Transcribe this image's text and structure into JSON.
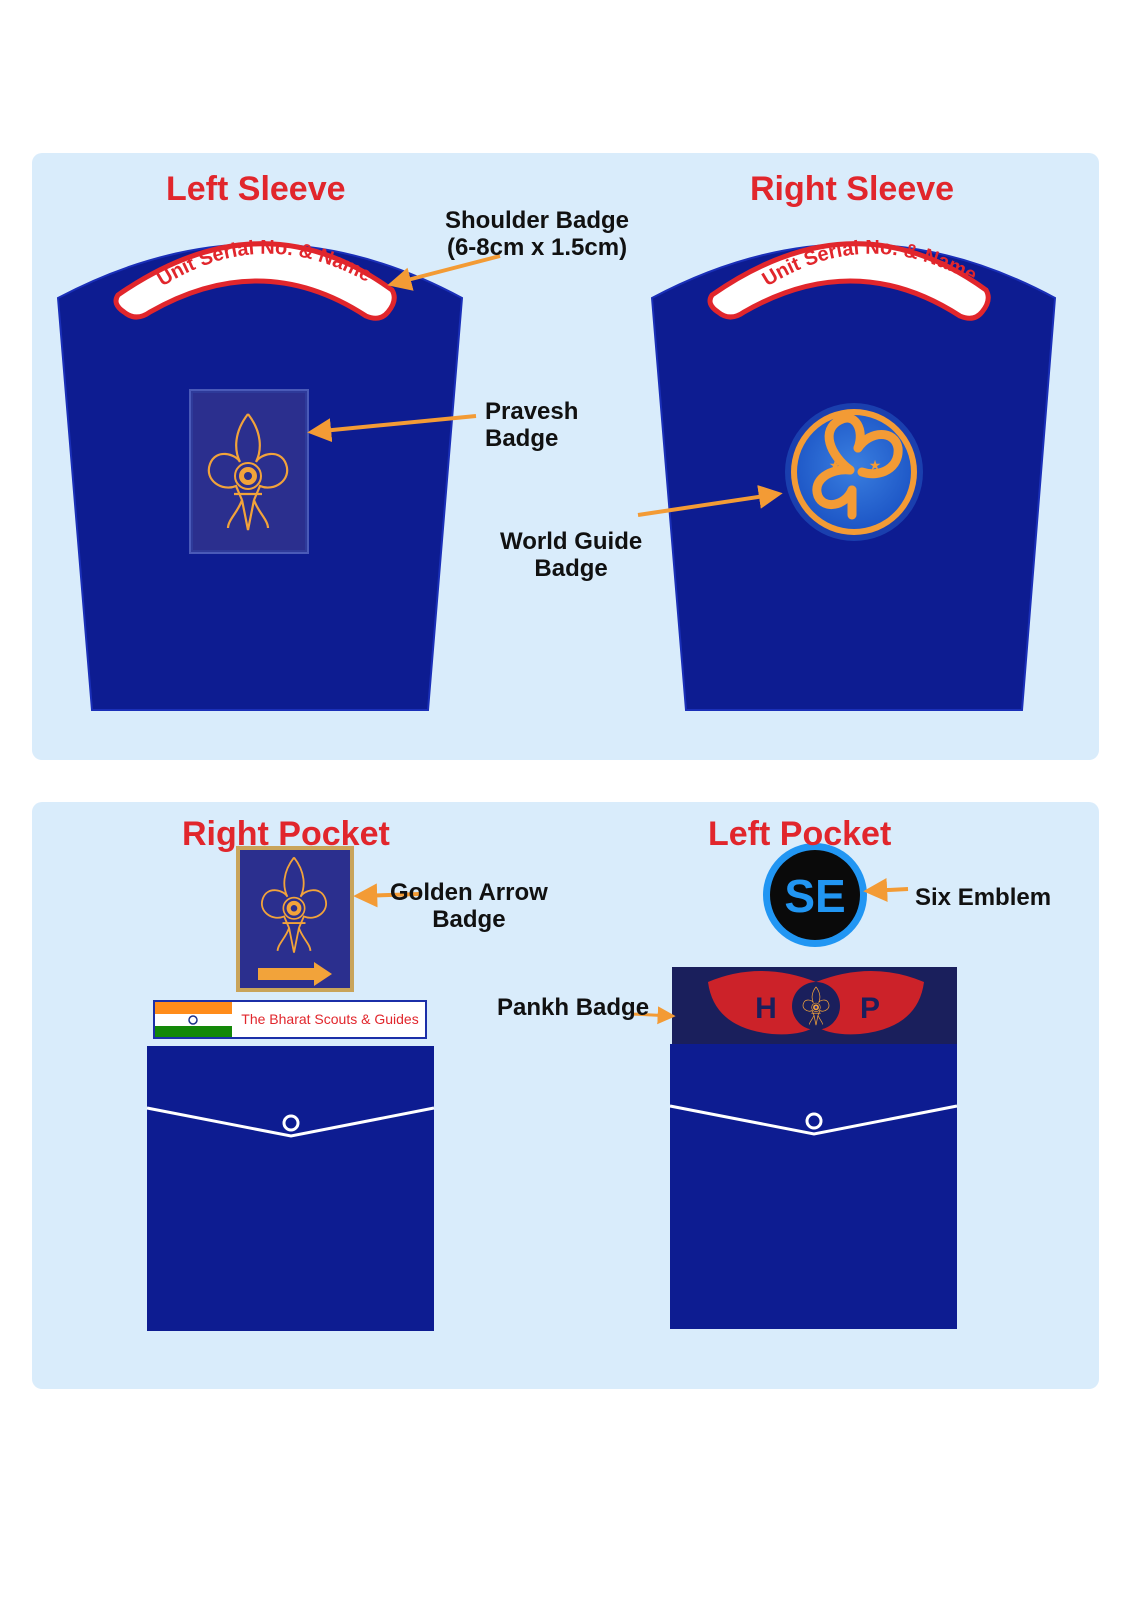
{
  "colors": {
    "background_panel": "#d9ecfb",
    "uniform_navy": "#0d1c91",
    "title_red": "#e1262c",
    "arrow_orange": "#f39b35",
    "badge_gold": "#f2a33a"
  },
  "top_panel": {
    "left_title": "Left Sleeve",
    "right_title": "Right Sleeve",
    "shoulder_badge_text": "Unit Serial No. & Name",
    "shoulder_label_line1": "Shoulder Badge",
    "shoulder_label_line2": "(6-8cm x 1.5cm)",
    "pravesh_label_line1": "Pravesh",
    "pravesh_label_line2": "Badge",
    "world_label_line1": "World Guide",
    "world_label_line2": "Badge"
  },
  "bottom_panel": {
    "right_pocket_title": "Right Pocket",
    "left_pocket_title": "Left Pocket",
    "golden_label_line1": "Golden Arrow",
    "golden_label_line2": "Badge",
    "six_emblem_label": "Six Emblem",
    "six_emblem_text": "SE",
    "pankh_label": "Pankh Badge",
    "pankh_letter_left": "H",
    "pankh_letter_right": "P",
    "bsg_strip_text": "The Bharat Scouts & Guides"
  }
}
